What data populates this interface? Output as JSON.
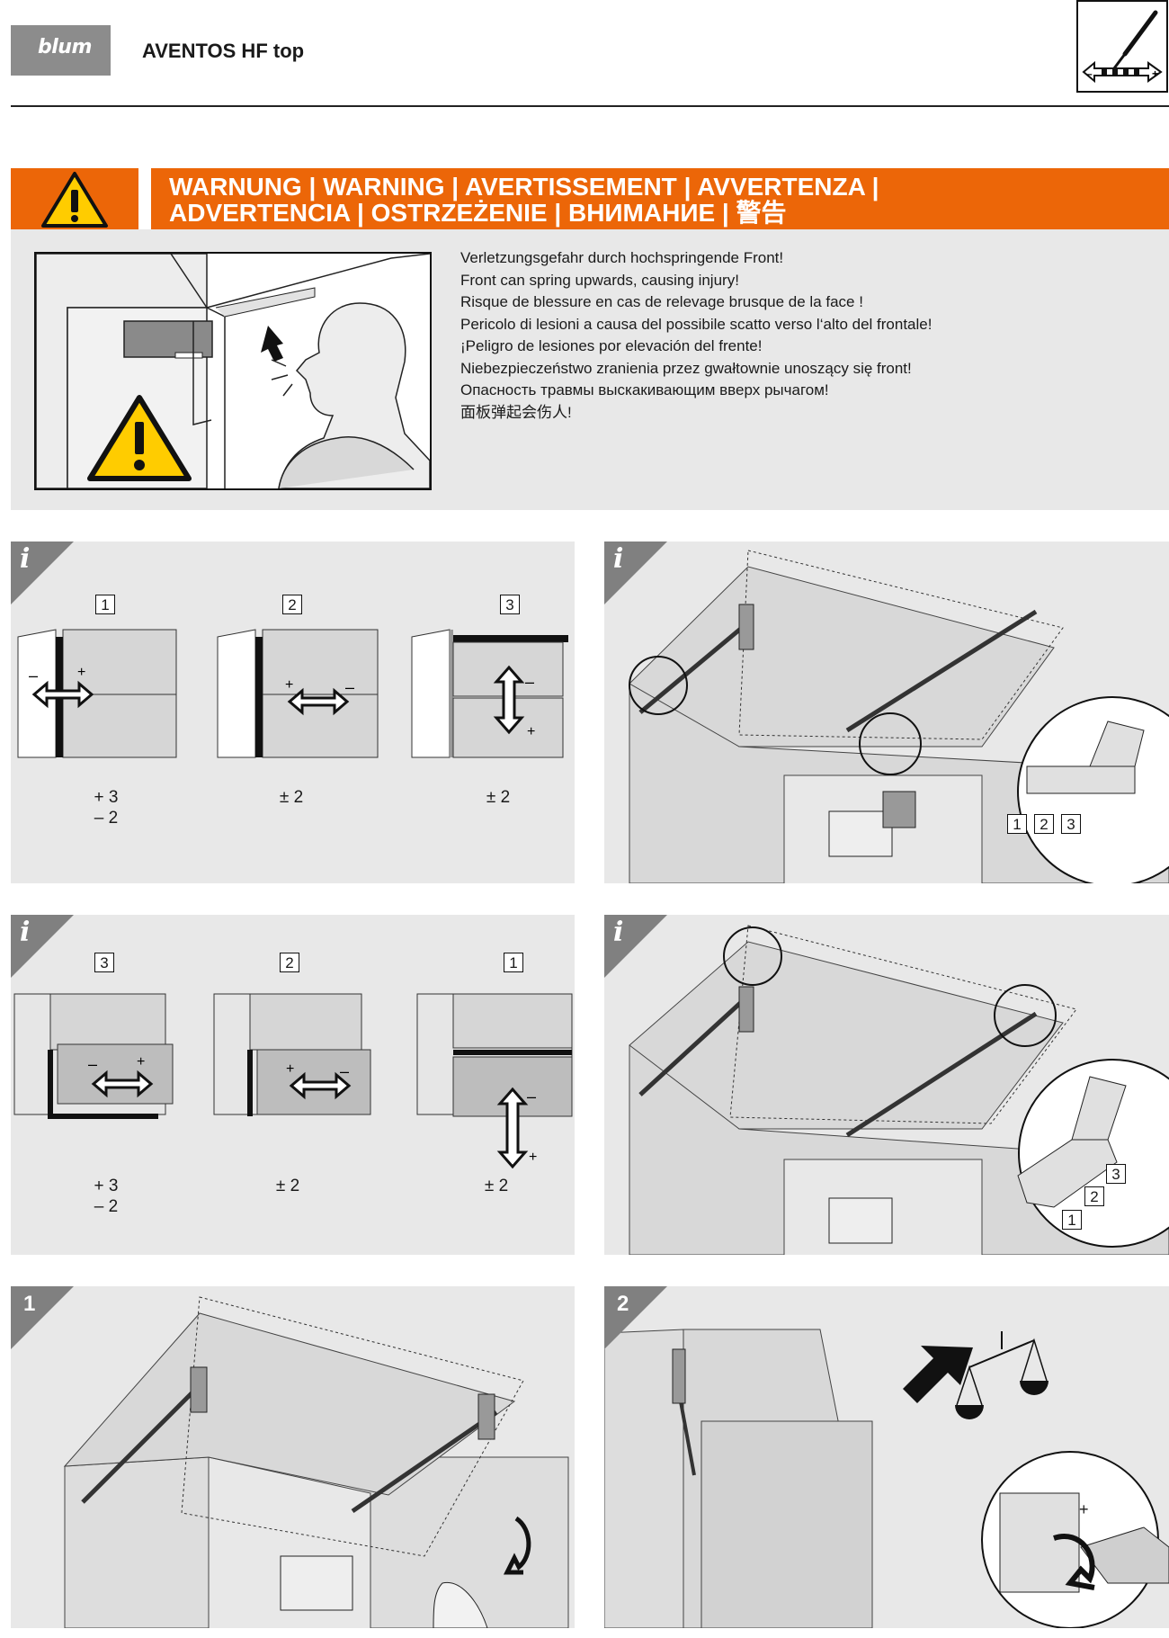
{
  "header": {
    "logo_text": "blum",
    "title": "AVENTOS HF top",
    "tool_icon": "screwdriver-adjust-icon"
  },
  "warning": {
    "title_line1": "WARNUNG | WARNING | AVERTISSEMENT | AVVERTENZA |",
    "title_line2": "ADVERTENCIA | OSTRZEŻENIE | ВНИМАНИЕ | 警告",
    "messages": [
      "Verletzungsgefahr durch hochspringende Front!",
      "Front can spring upwards, causing injury!",
      "Risque de blessure en cas de relevage brusque de la face !",
      "Pericolo di lesioni a causa del possibile scatto verso l‘alto del frontale!",
      "¡Peligro de lesiones por elevación del frente!",
      "Niebezpieczeństwo zranienia przez gwałtownie unoszący się front!",
      "Опасность травмы выскакивающим вверх рычагом!",
      "面板弹起会伤人!"
    ],
    "accent_color": "#ec6608"
  },
  "panels": {
    "info_label": "i",
    "adjust_top": {
      "steps": [
        {
          "num": "1",
          "value_line1": "+ 3",
          "value_line2": "– 2"
        },
        {
          "num": "2",
          "value_line1": "± 2",
          "value_line2": ""
        },
        {
          "num": "3",
          "value_line1": "± 2",
          "value_line2": ""
        }
      ],
      "signs": {
        "minus": "–",
        "plus": "+"
      }
    },
    "adjust_bottom": {
      "steps": [
        {
          "num": "3",
          "value_line1": "+ 3",
          "value_line2": "– 2"
        },
        {
          "num": "2",
          "value_line1": "± 2",
          "value_line2": ""
        },
        {
          "num": "1",
          "value_line1": "± 2",
          "value_line2": ""
        }
      ]
    },
    "detail_top": {
      "labels": [
        "1",
        "2",
        "3"
      ]
    },
    "detail_bottom": {
      "labels": [
        "3",
        "2",
        "1"
      ]
    },
    "step1": {
      "num": "1"
    },
    "step2": {
      "num": "2",
      "drill_sign": "+"
    }
  },
  "colors": {
    "panel_bg": "#e8e8e8",
    "corner": "#808080"
  }
}
